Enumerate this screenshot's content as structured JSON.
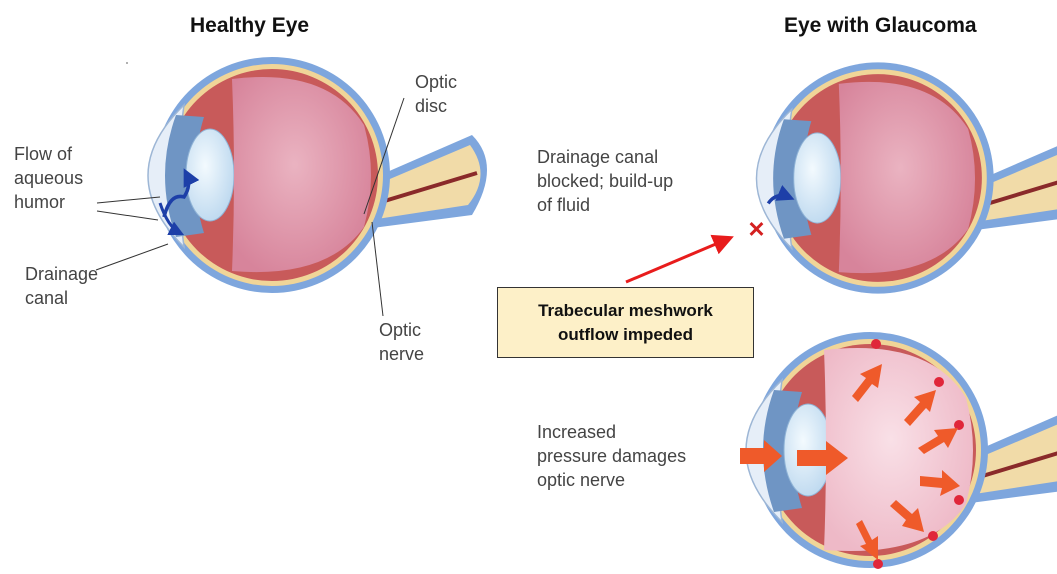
{
  "titles": {
    "left": "Healthy Eye",
    "right": "Eye with Glaucoma"
  },
  "healthy": {
    "flow_label": "Flow of\naqueous\nhumor",
    "drainage_label": "Drainage\ncanal",
    "optic_disc_label": "Optic\ndisc",
    "optic_nerve_label": "Optic\nnerve"
  },
  "glaucoma": {
    "blocked_label": "Drainage canal\nblocked; build-up\nof fluid",
    "pressure_label": "Increased\npressure damages\noptic nerve",
    "callout": "Trabecular meshwork\noutflow impeded"
  },
  "colors": {
    "sclera": "#7ea6dd",
    "choroid": "#c85a5a",
    "vitreous": "#e39aac",
    "vitreous_swollen": "#f2c7d2",
    "lens": "#d6e9f6",
    "iris": "#6f95c4",
    "optic_nerve": "#f1dba8",
    "flow_arrow": "#1d3fa8",
    "pressure_arrow": "#ef5a2a",
    "pointer_arrow": "#e81c1c",
    "blocked_mark": "#d42020"
  }
}
